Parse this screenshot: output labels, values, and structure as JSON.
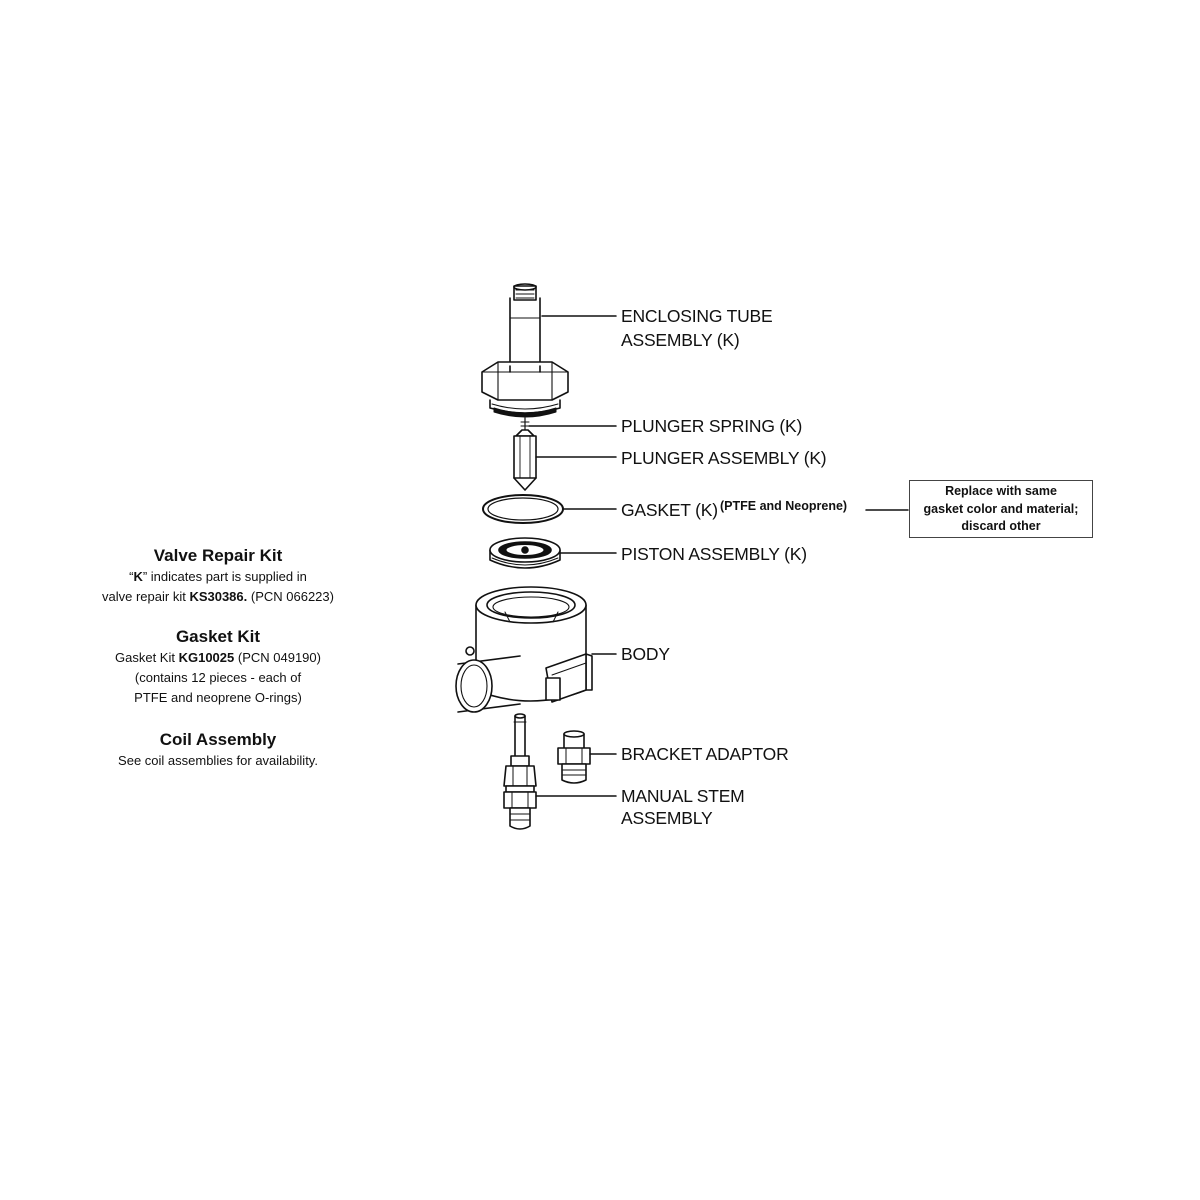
{
  "parts": {
    "enclosing_tube": [
      "ENCLOSING TUBE",
      "ASSEMBLY (K)"
    ],
    "plunger_spring": "PLUNGER SPRING (K)",
    "plunger_assembly": "PLUNGER ASSEMBLY (K)",
    "gasket": "GASKET (K)",
    "gasket_note": "(PTFE and Neoprene)",
    "piston_assembly": "PISTON ASSEMBLY (K)",
    "body": "BODY",
    "bracket_adaptor": "BRACKET ADAPTOR",
    "manual_stem": [
      "MANUAL STEM",
      "ASSEMBLY"
    ]
  },
  "replace_note": [
    "Replace with same",
    "gasket color and material;",
    "discard other"
  ],
  "kits": {
    "valve_repair": {
      "title": "Valve Repair Kit",
      "line1_quote_open": "“",
      "line1_bold": "K",
      "line1_rest": "” indicates part is supplied in",
      "line2_pre": "valve repair kit ",
      "line2_bold": "KS30386.",
      "line2_post": " (PCN 066223)"
    },
    "gasket": {
      "title": "Gasket Kit",
      "line1_pre": "Gasket Kit ",
      "line1_bold": "KG10025",
      "line1_post": " (PCN 049190)",
      "line2": "(contains 12 pieces - each of",
      "line3": "PTFE and neoprene O-rings)"
    },
    "coil": {
      "title": "Coil Assembly",
      "line1": "See coil assemblies for availability."
    }
  }
}
